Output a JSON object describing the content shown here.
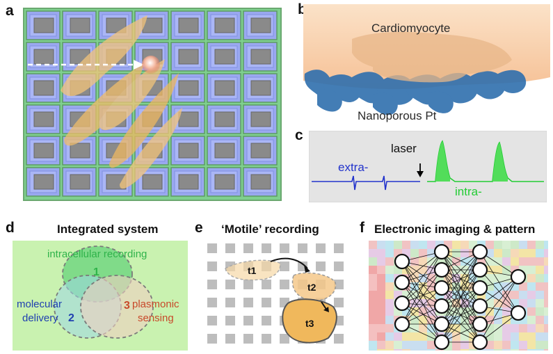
{
  "panels": {
    "a": {
      "letter": "a"
    },
    "b": {
      "letter": "b",
      "top_label": "Cardiomyocyte",
      "bottom_label": "Nanoporous Pt"
    },
    "c": {
      "letter": "c",
      "extra_label": "extra-",
      "laser_label": "laser",
      "intra_label": "intra-"
    },
    "d": {
      "letter": "d",
      "title": "Integrated system",
      "circles": [
        {
          "number": "1",
          "label": "intracellular recording",
          "color": "#2fb34a"
        },
        {
          "number": "2",
          "label_line1": "molecular",
          "label_line2": "delivery",
          "color": "#1f3fb0"
        },
        {
          "number": "3",
          "label_line1": "plasmonic",
          "label_line2": "sensing",
          "color": "#c8492a"
        }
      ]
    },
    "e": {
      "letter": "e",
      "title": "‘Motile’ recording",
      "cells": [
        "t1",
        "t2",
        "t3"
      ]
    },
    "f": {
      "letter": "f",
      "title": "Electronic imaging & pattern"
    }
  },
  "colors": {
    "extra_trace": "#2233cc",
    "intra_trace": "#22cc33",
    "grid_blue": "#9aa8f0",
    "cell_orange": "#f3c47a"
  }
}
